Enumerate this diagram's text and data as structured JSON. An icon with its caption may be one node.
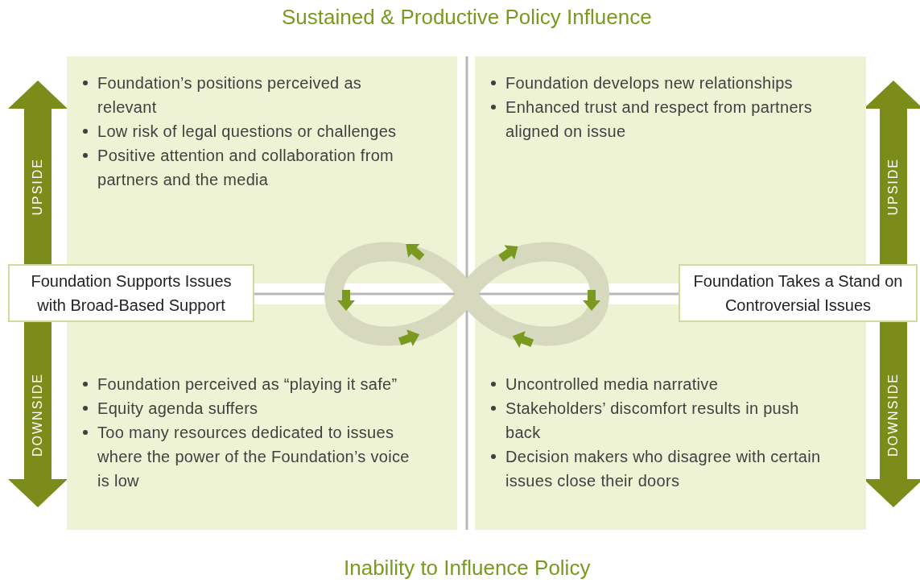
{
  "diagram": {
    "nodes": [
      {
        "text": [
          "Foundation’s positions perceived as relevant",
          "Low risk of legal questions or challenges",
          "Positive attention and collaboration from partners and the media"
        ]
      },
      {
        "text": [
          "Foundation develops new relationships",
          "Enhanced trust and respect from partners aligned on issue"
        ]
      },
      {
        "text": [
          "Foundation perceived as “playing it safe”",
          "Equity agenda suffers",
          "Too many resources dedicated to issues where the power of the Foundation’s voice is low"
        ]
      },
      {
        "text": [
          "Uncontrolled media narrative",
          "Stakeholders’ discomfort results in push back",
          "Decision makers who disagree with certain issues close their doors"
        ]
      },
      {
        "text": [
          "Foundation Supports Issues with Broad-Based Support"
        ]
      },
      {
        "text": [
          "Foundation Takes a Stand on Controversial Issues"
        ]
      }
    ],
    "labels": [
      "Sustained & Productive Policy Influence",
      "UPSIDE",
      "UPSIDE",
      "DOWNSIDE",
      "DOWNSIDE",
      "Inability to Influence Policy"
    ]
  }
}
